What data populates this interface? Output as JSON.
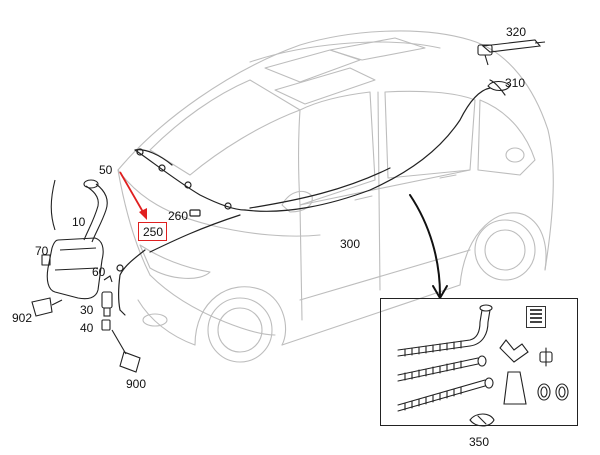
{
  "callouts": {
    "c10": "10",
    "c30": "30",
    "c40": "40",
    "c50": "50",
    "c60": "60",
    "c70": "70",
    "c250": "250",
    "c260": "260",
    "c300": "300",
    "c310": "310",
    "c320": "320",
    "c350": "350",
    "c900": "900",
    "c902": "902"
  },
  "colors": {
    "line": "#222222",
    "highlight": "#e02020",
    "background": "#ffffff"
  }
}
